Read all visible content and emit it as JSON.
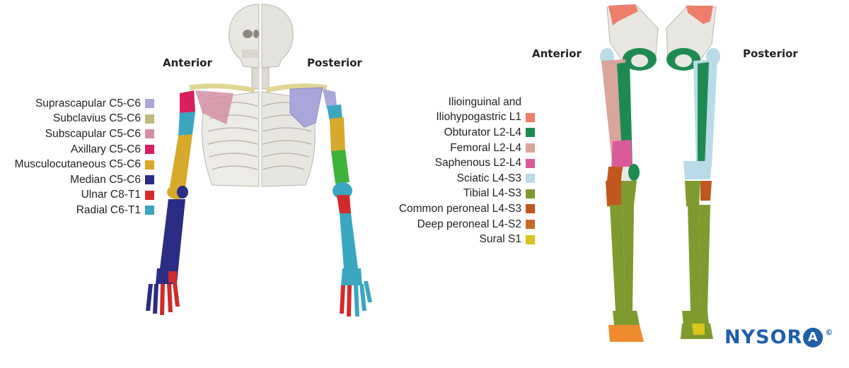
{
  "upper_limb": {
    "anterior_label": "Anterior",
    "posterior_label": "Posterior",
    "legend": [
      {
        "label": "Suprascapular C5-C6",
        "color": "#a9a6dc"
      },
      {
        "label": "Subclavius C5-C6",
        "color": "#bfb97e"
      },
      {
        "label": "Subscapular C5-C6",
        "color": "#d48fa3"
      },
      {
        "label": "Axillary C5-C6",
        "color": "#d81e5b"
      },
      {
        "label": "Musculocutaneous C5-C6",
        "color": "#d9a92b"
      },
      {
        "label": "Median C5-C6",
        "color": "#2b2c83"
      },
      {
        "label": "Ulnar C8-T1",
        "color": "#d22b2b"
      },
      {
        "label": "Radial C6-T1",
        "color": "#3aa6bf"
      }
    ]
  },
  "lower_limb": {
    "anterior_label": "Anterior",
    "posterior_label": "Posterior",
    "legend_first_line": "Ilioinguinal and",
    "legend": [
      {
        "label": "Iliohypogastric L1",
        "color": "#ef7d6b"
      },
      {
        "label": "Obturator L2-L4",
        "color": "#1e8a52"
      },
      {
        "label": "Femoral L2-L4",
        "color": "#d9a59b"
      },
      {
        "label": "Saphenous L2-L4",
        "color": "#d95b9a"
      },
      {
        "label": "Sciatic L4-S3",
        "color": "#b9dbe8"
      },
      {
        "label": "Tibial L4-S3",
        "color": "#7f9a2e"
      },
      {
        "label": "Common peroneal L4-S3",
        "color": "#c1561e"
      },
      {
        "label": "Deep peroneal L4-S2",
        "color": "#c96a2a"
      },
      {
        "label": "Sural S1",
        "color": "#d8c51e"
      }
    ]
  },
  "logo": {
    "text_left": "NYS",
    "text_o": "O",
    "text_right": "R",
    "text_mark": "A",
    "copyright": "©"
  },
  "colors": {
    "bone": "#e9e7e2",
    "bone_outline": "#b9b6ae"
  }
}
